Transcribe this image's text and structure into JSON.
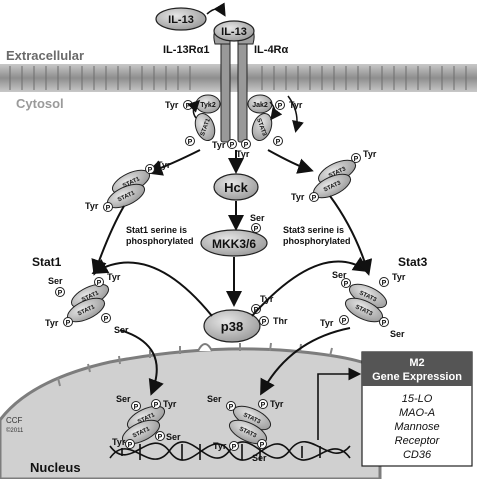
{
  "regions": {
    "extracellular": "Extracellular",
    "cytosol": "Cytosol",
    "nucleus": "Nucleus"
  },
  "ligand": {
    "free": "IL-13",
    "bound": "IL-13"
  },
  "receptors": {
    "alpha13": "IL-13Rα1",
    "alpha4": "IL-4Rα"
  },
  "kinases": {
    "tyk2": "Tyk2",
    "jak2": "Jak2",
    "hck": "Hck",
    "mkk": "MKK3/6",
    "p38": "p38"
  },
  "proteins": {
    "stat1": "STAT1",
    "stat3": "STAT3"
  },
  "labels": {
    "stat1": "Stat1",
    "stat3": "Stat3",
    "stat1_serine_line1": "Stat1 serine is",
    "stat1_serine_line2": "phosphorylated",
    "stat3_serine_line1": "Stat3 serine is",
    "stat3_serine_line2": "phosphorylated"
  },
  "residues": {
    "tyr": "Tyr",
    "ser": "Ser",
    "thr": "Thr",
    "p": "P"
  },
  "gene_box": {
    "title_line1": "M2",
    "title_line2": "Gene Expression",
    "genes": [
      "15-LO",
      "MAO-A",
      "Mannose",
      "Receptor",
      "CD36"
    ]
  },
  "credit": {
    "line1": "CCF",
    "line2": "©2011"
  },
  "colors": {
    "membrane": "#9a9a9a",
    "nucleus_fill": "#d2d2d2",
    "protein_fill": "#b8b8b8",
    "dark_box": "#555555"
  }
}
